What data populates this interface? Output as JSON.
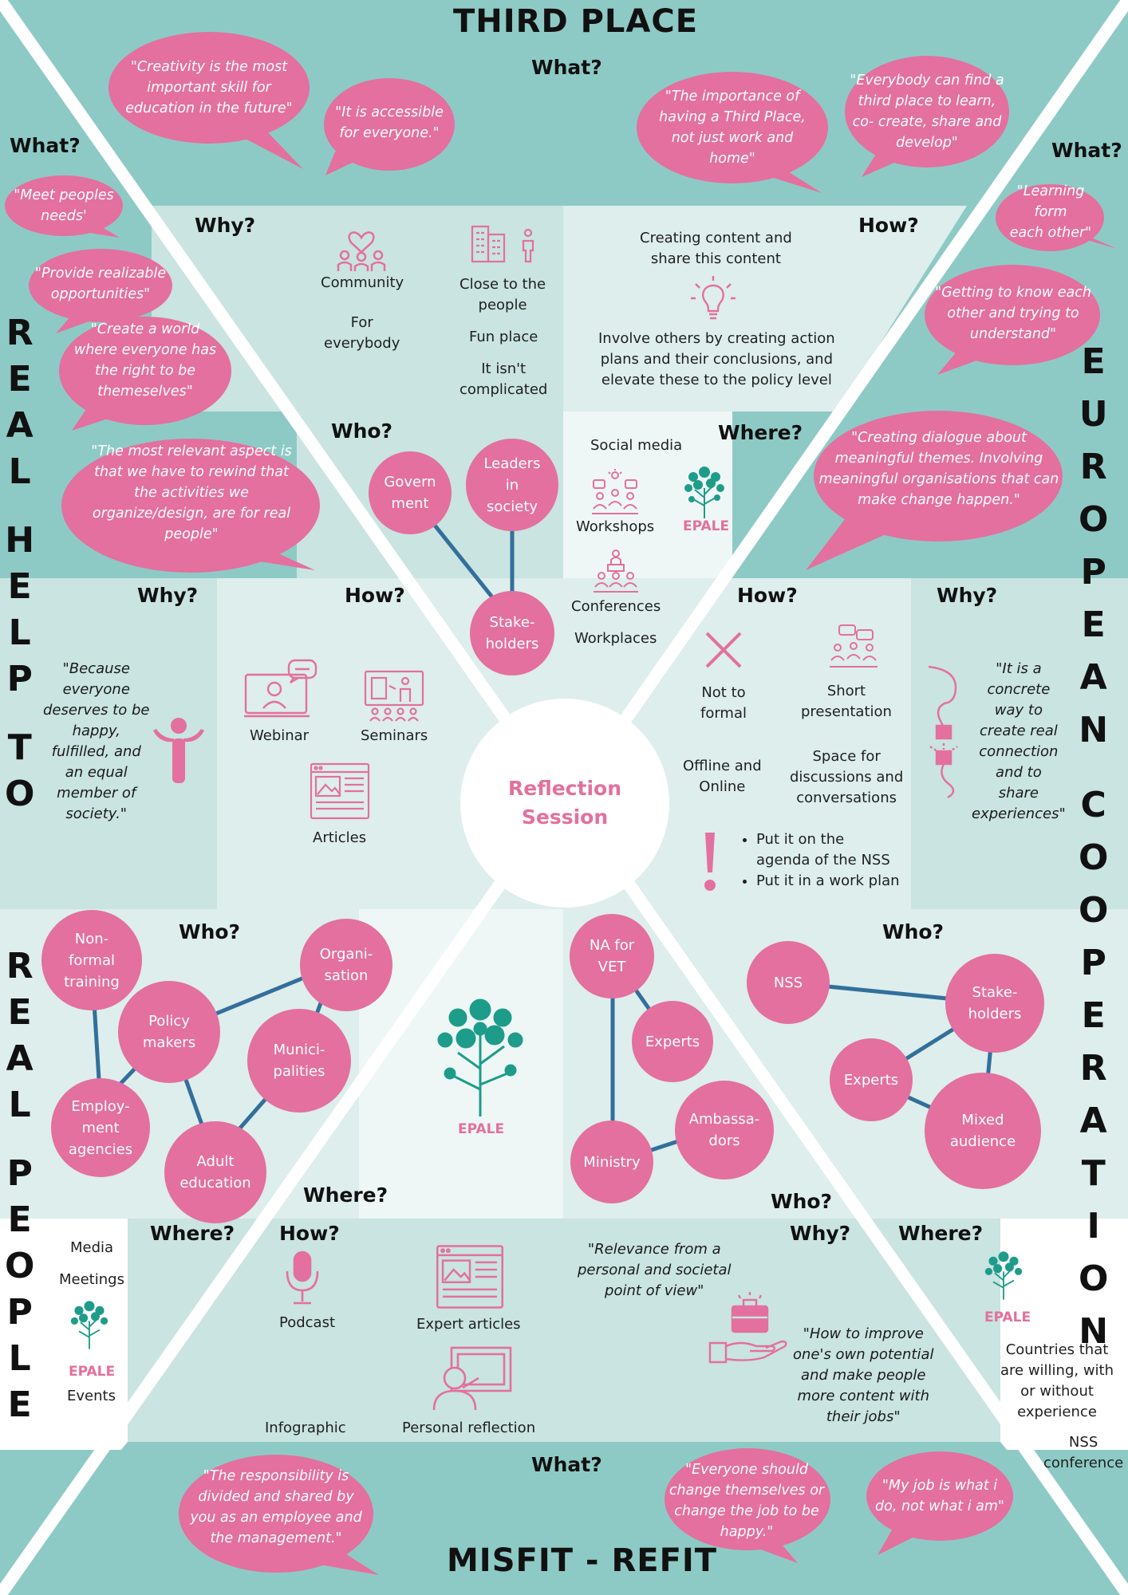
{
  "titles": {
    "top": "THIRD PLACE",
    "bottom": "MISFIT - REFIT"
  },
  "side_letters": {
    "left_real_help_to": [
      "R",
      "E",
      "A",
      "L",
      "",
      "H",
      "E",
      "L",
      "P",
      "",
      "T",
      "O"
    ],
    "left_real_people": [
      "R",
      "E",
      "A",
      "L",
      "",
      "P",
      "E",
      "O",
      "P",
      "L",
      "E"
    ],
    "right_european_cooperation": [
      "E",
      "U",
      "R",
      "O",
      "P",
      "E",
      "A",
      "N",
      "",
      "C",
      "O",
      "O",
      "P",
      "E",
      "R",
      "A",
      "T",
      "I",
      "O",
      "N"
    ]
  },
  "center": {
    "label": "Reflection\nSession"
  },
  "headings": {
    "what_top": "What?",
    "what_left": "What?",
    "what_right": "What?",
    "what_bottom": "What?",
    "why_tp": "Why?",
    "how_tp": "How?",
    "who_tp": "Who?",
    "where_tp": "Where?",
    "why_rht": "Why?",
    "how_rht": "How?",
    "how_ec": "How?",
    "why_ec": "Why?",
    "who_rp": "Who?",
    "who_ec": "Who?",
    "where_rp_mid": "Where?",
    "where_rp": "Where?",
    "how_rp": "How?",
    "who_mr": "Who?",
    "why_mr": "Why?",
    "where_ec": "Where?"
  },
  "colors": {
    "teal": "#8ecac5",
    "pale": "#c9e4e1",
    "pink": "#e3709e",
    "white": "#ffffff",
    "line": "#336f9b",
    "epale_green": "#1e9c8a"
  },
  "icons": [
    "community-icon",
    "buildings-icon",
    "lightbulb-icon",
    "webinar-icon",
    "seminar-icon",
    "articles-icon",
    "workshop-icon",
    "conference-icon",
    "cross-icon",
    "presentation-icon",
    "exclamation-icon",
    "puzzle-cable-icon",
    "happy-person-icon",
    "podcast-icon",
    "expert-articles-icon",
    "personal-reflection-icon",
    "briefcase-hand-icon",
    "epale-tree-icon"
  ],
  "third_place": {
    "bubbles": [
      "\"Creativity is the most\nimportant skill for\neducation in the future\"",
      "\"It is accessible\nfor everyone.\"",
      "\"The importance of\nhaving a Third Place,\nnot just work and\nhome\"",
      "\"Everybody can find a\nthird place to learn,\nco- create, share and\ndevelop\""
    ],
    "why": {
      "community": "Community",
      "for_everybody": "For\neverybody",
      "close": "Close to the\npeople",
      "fun": "Fun place",
      "not_complicated": "It isn't\ncomplicated"
    },
    "how": {
      "creating": "Creating content and\nshare this content",
      "involve": "Involve others by creating action\nplans and their conclusions, and\nelevate these to the policy level"
    },
    "who": {
      "government": "Govern\nment",
      "leaders": "Leaders\nin\nsociety",
      "stakeholders": "Stake-\nholders"
    },
    "where": {
      "social_media": "Social media",
      "workshops": "Workshops",
      "epale": "EPALE",
      "conferences": "Conferences",
      "workplaces": "Workplaces"
    }
  },
  "real_help_to": {
    "bubbles": [
      "\"Meet peoples\nneeds'",
      "\"Provide realizable\nopportunities\"",
      "\"Create a world\nwhere everyone has\nthe right to be\nthemeselves\"",
      "\"The most relevant aspect is\nthat we have to rewind that\nthe activities we\norganize/design, are for real\npeople\""
    ],
    "why_quote": "\"Because\neveryone\ndeserves to be\nhappy,\nfulfilled, and\nan equal\nmember of\nsociety.\"",
    "how": {
      "webinar": "Webinar",
      "seminars": "Seminars",
      "articles": "Articles"
    }
  },
  "european_cooperation": {
    "bubbles": [
      "\"Learning form\neach other\"",
      "\"Getting to know each\nother and trying to\nunderstand\"",
      "\"Creating dialogue about\nmeaningful themes. Involving\nmeaningful organisations that can\nmake change happen.\""
    ],
    "how": {
      "not_formal": "Not to\nformal",
      "short_pres": "Short\npresentation",
      "offline": "Offline and\nOnline",
      "space": "Space for\ndiscussions and\nconversations",
      "bullets": [
        "Put it on the\nagenda of the NSS",
        "Put it in a work plan"
      ]
    },
    "why_quote": "\"It is a\nconcrete\nway to\ncreate real\nconnection\nand to\nshare\nexperiences\"",
    "who": {
      "nss": "NSS",
      "stakeholders": "Stake-\nholders",
      "experts": "Experts",
      "mixed": "Mixed\naudience"
    },
    "where": {
      "epale": "EPALE",
      "countries": "Countries that\nare willing, with\nor without\nexperience",
      "nss_conf": "NSS\nconference"
    }
  },
  "real_people": {
    "who": {
      "nonformal": "Non-\nformal\ntraining",
      "policy": "Policy\nmakers",
      "organisation": "Organi-\nsation",
      "municipalities": "Munici-\npalities",
      "employment": "Employ-\nment\nagencies",
      "adult": "Adult\neducation"
    },
    "epale_center": "EPALE",
    "where": {
      "media": "Media",
      "meetings": "Meetings",
      "epale": "EPALE",
      "events": "Events"
    },
    "how": {
      "podcast": "Podcast",
      "expert_articles": "Expert articles",
      "infographic": "Infographic",
      "personal_reflection": "Personal reflection"
    }
  },
  "misfit_refit": {
    "who": {
      "na_vet": "NA for\nVET",
      "experts": "Experts",
      "ambassadors": "Ambassa-\ndors",
      "ministry": "Ministry"
    },
    "why_quotes": [
      "\"Relevance from a\npersonal and societal\npoint of view\"",
      "\"How to improve\none's own potential\nand make people\nmore content with\ntheir jobs\""
    ],
    "bubbles": [
      "\"The responsibility is\ndivided and shared by\nyou as an employee and\nthe management.\"",
      "\"Everyone should\nchange themselves or\nchange the job to be\nhappy.\"",
      "\"My job is what i\ndo, not what i am\""
    ]
  }
}
